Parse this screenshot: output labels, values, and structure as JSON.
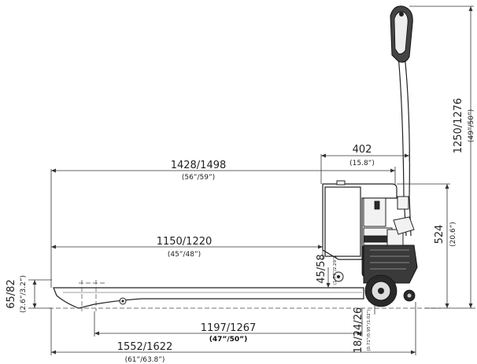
{
  "dimensions": {
    "overall_length": {
      "main": "1552/1622",
      "sub": "(61”/63.8”)"
    },
    "body_length": {
      "main": "1428/1498",
      "sub": "(56”/59”)"
    },
    "fork_length": {
      "main": "1150/1220",
      "sub": "(45”/48”)"
    },
    "fork_inner": {
      "main": "1197/1267",
      "sub": "(47”/50”)"
    },
    "control_width": {
      "main": "402",
      "sub": "(15.8”)"
    },
    "body_height": {
      "main": "524",
      "sub": "(20.6”)"
    },
    "handle_height": {
      "main": "1250/1276",
      "sub": "(49”/50”)"
    },
    "lift_height": {
      "main": "45/58",
      "sub": "(1.77”/2.29”)"
    },
    "lowered_height": {
      "main": "65/82",
      "sub": "(2.6”/3.2”)"
    },
    "ground_clearance": {
      "main": "18/24/26",
      "sub": "(0.71”/0.95”/1.02”)"
    }
  },
  "colors": {
    "line": "#333333",
    "fill_dark": "#2a2a2a",
    "background": "#ffffff"
  }
}
